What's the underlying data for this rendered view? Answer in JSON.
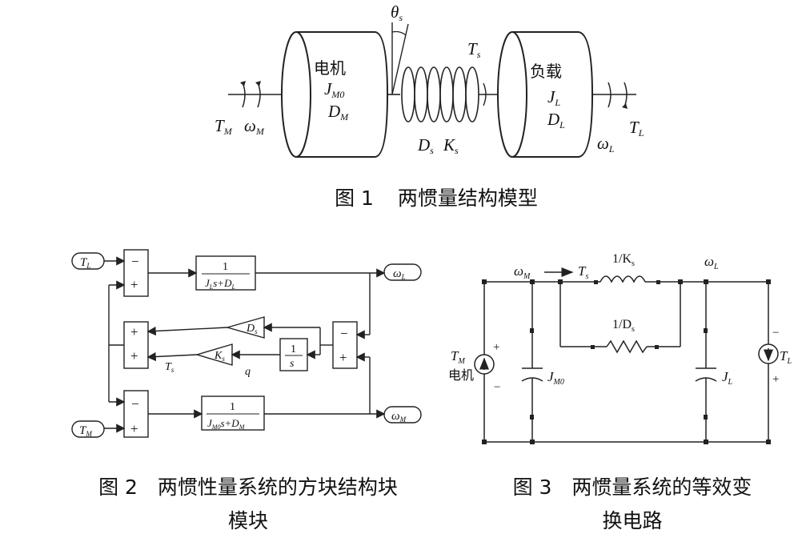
{
  "fig1": {
    "caption_num": "图 1",
    "caption_text": "两惯量结构模型",
    "motor_label": "电机",
    "load_label": "负载",
    "theta": "θ",
    "theta_sub": "s",
    "Ts": "T",
    "Ts_sub": "s",
    "JM0": "J",
    "JM0_sub": "M0",
    "DM": "D",
    "DM_sub": "M",
    "JL": "J",
    "JL_sub": "L",
    "DL": "D",
    "DL_sub": "L",
    "TM": "T",
    "TM_sub": "M",
    "wM": "ω",
    "wM_sub": "M",
    "Ds": "D",
    "Ds_sub": "s",
    "Ks": "K",
    "Ks_sub": "s",
    "wL": "ω",
    "wL_sub": "L",
    "TL": "T",
    "TL_sub": "L"
  },
  "fig2": {
    "caption_line1": "图 2　两惯性量系统的方块结构块",
    "caption_line2": "模块",
    "in_TL": "T",
    "in_TL_sub": "L",
    "in_TM": "T",
    "in_TM_sub": "M",
    "out_wL": "ω",
    "out_wL_sub": "L",
    "out_wM": "ω",
    "out_wM_sub": "M",
    "minus": "−",
    "plus": "+",
    "tf1_num": "1",
    "tf1_den_J": "J",
    "tf1_den_Jsub": "L",
    "tf1_den_mid": "s+",
    "tf1_den_D": "D",
    "tf1_den_Dsub": "L",
    "tf2_num": "1",
    "tf2_den_J": "J",
    "tf2_den_Jsub": "M0",
    "tf2_den_mid": "s+",
    "tf2_den_D": "D",
    "tf2_den_Dsub": "M",
    "int_num": "1",
    "int_den": "s",
    "gain_D": "D",
    "gain_D_sub": "s",
    "gain_K": "K",
    "gain_K_sub": "s",
    "sig_Ts": "T",
    "sig_Ts_sub": "s",
    "sig_q": "q"
  },
  "fig3": {
    "caption_line1": "图 3　两惯量系统的等效变",
    "caption_line2": "换电路",
    "wM": "ω",
    "wM_sub": "M",
    "Ts": "T",
    "Ts_sub": "s",
    "Ks_label": "1/K",
    "Ks_sub": "s",
    "Ds_label": "1/D",
    "Ds_sub": "s",
    "wL": "ω",
    "wL_sub": "L",
    "TM": "T",
    "TM_sub": "M",
    "motor": "电机",
    "JM0": "J",
    "JM0_sub": "M0",
    "JL": "J",
    "JL_sub": "L",
    "TL": "T",
    "TL_sub": "L",
    "plus": "+",
    "minus": "−"
  }
}
